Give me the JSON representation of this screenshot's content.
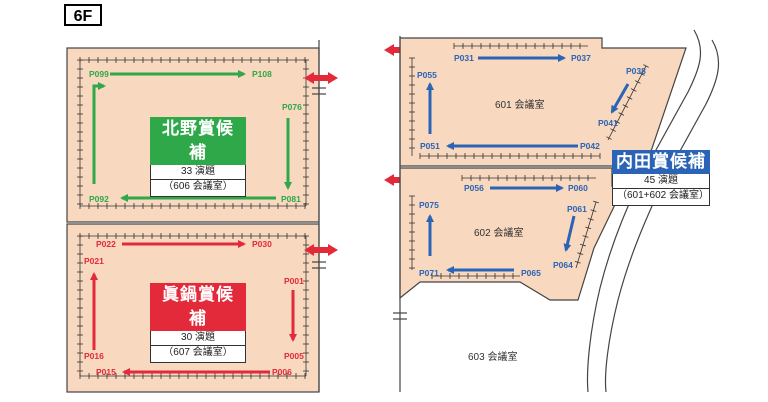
{
  "floor": "6F",
  "colors": {
    "floor_fill": "#f8d8be",
    "green": "#2fa84a",
    "red": "#e32a3a",
    "blue": "#2b64b6",
    "outline": "#444444"
  },
  "awards": {
    "kitano": {
      "name": "北野賞候補",
      "count": "33 演題",
      "room": "（606 会議室）"
    },
    "nabe": {
      "name": "眞鍋賞候補",
      "count": "30 演題",
      "room": "（607 会議室）"
    },
    "uchida": {
      "name": "内田賞候補",
      "count": "45 演題",
      "room": "（601+602 会議室）"
    }
  },
  "rooms": {
    "r601": "601 会議室",
    "r602": "602 会議室",
    "r603": "603 会議室"
  },
  "posters": {
    "green": {
      "p099": "P099",
      "p108": "P108",
      "p076": "P076",
      "p081": "P081",
      "p092": "P092"
    },
    "red": {
      "p022": "P022",
      "p030": "P030",
      "p021": "P021",
      "p001": "P001",
      "p016": "P016",
      "p005": "P005",
      "p015": "P015",
      "p006": "P006"
    },
    "blue": {
      "p031": "P031",
      "p037": "P037",
      "p055": "P055",
      "p038": "P038",
      "p041": "P041",
      "p051": "P051",
      "p042": "P042",
      "p056": "P056",
      "p060": "P060",
      "p075": "P075",
      "p061": "P061",
      "p064": "P064",
      "p071": "P071",
      "p065": "P065"
    }
  }
}
